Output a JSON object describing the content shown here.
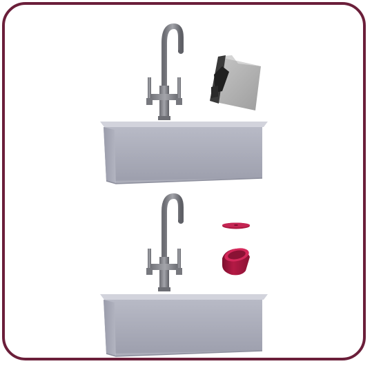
{
  "illustration": {
    "frame_color": "#6b1f3a",
    "panels": [
      {
        "id": "top",
        "objects": [
          "sink",
          "mixer-tap",
          "soap-dispenser-box"
        ],
        "accent_color": "#4a4a4a"
      },
      {
        "id": "bottom",
        "objects": [
          "sink",
          "mixer-tap",
          "waste-plug-disc",
          "waste-basket-ring"
        ],
        "accent_color": "#a8163e"
      }
    ],
    "colors": {
      "steel": "#8f9096",
      "steel_dark": "#6d6e74",
      "sink_body": "#a7a9b6",
      "sink_shadow": "#8f91a0",
      "sink_rim": "#c9cad4",
      "crimson": "#a8163e"
    }
  }
}
